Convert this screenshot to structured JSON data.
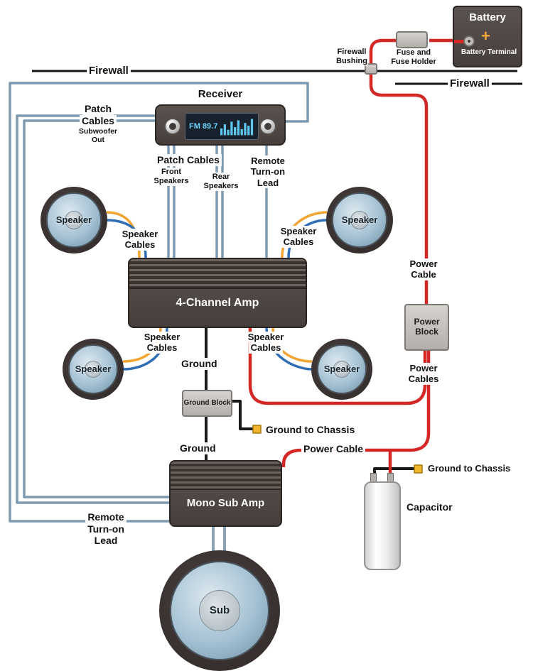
{
  "colors": {
    "power_wire": "#d42827",
    "ground_wire": "#1a1a1a",
    "patch_wire": "#7e9ab0",
    "speaker_wire_yellow": "#f0a432",
    "speaker_wire_blue": "#2f6db5",
    "terminal_yellow": "#f0b52d",
    "box_dark": "#4c4441",
    "block_gray": "#c4c0bd"
  },
  "firewall": {
    "label_left": "Firewall",
    "label_right": "Firewall"
  },
  "battery": {
    "title": "Battery",
    "plus": "+",
    "terminal_line1": "Battery",
    "terminal_line2": "Terminal"
  },
  "fuse": {
    "line1": "Fuse and",
    "line2": "Fuse Holder"
  },
  "bushing": {
    "line1": "Firewall",
    "line2": "Bushing"
  },
  "receiver": {
    "title": "Receiver",
    "display": "FM 89.7"
  },
  "patch_left": {
    "line1": "Patch",
    "line2": "Cables",
    "line3": "Subwoofer Out"
  },
  "patch_bottom": {
    "title": "Patch Cables",
    "front_line1": "Front",
    "front_line2": "Speakers",
    "rear_line1": "Rear",
    "rear_line2": "Speakers"
  },
  "remote_top": {
    "line1": "Remote",
    "line2": "Turn-on",
    "line3": "Lead"
  },
  "remote_bottom": {
    "line1": "Remote",
    "line2": "Turn-on",
    "line3": "Lead"
  },
  "speakers": {
    "front_left": "Speaker",
    "front_right": "Speaker",
    "rear_left": "Speaker",
    "rear_right": "Speaker",
    "sub": "Sub"
  },
  "speaker_cables": {
    "line1": "Speaker",
    "line2": "Cables"
  },
  "amps": {
    "four_channel": "4-Channel Amp",
    "mono_sub": "Mono Sub Amp"
  },
  "power": {
    "cable_line1": "Power",
    "cable_line2": "Cable",
    "block_line1": "Power",
    "block_line2": "Block",
    "cables_line1": "Power",
    "cables_line2": "Cables",
    "cable_bottom": "Power Cable"
  },
  "ground": {
    "label1": "Ground",
    "block": "Ground Block",
    "label2": "Ground",
    "to_chassis_1": "Ground to Chassis",
    "to_chassis_2": "Ground to Chassis"
  },
  "capacitor": {
    "label": "Capacitor"
  }
}
